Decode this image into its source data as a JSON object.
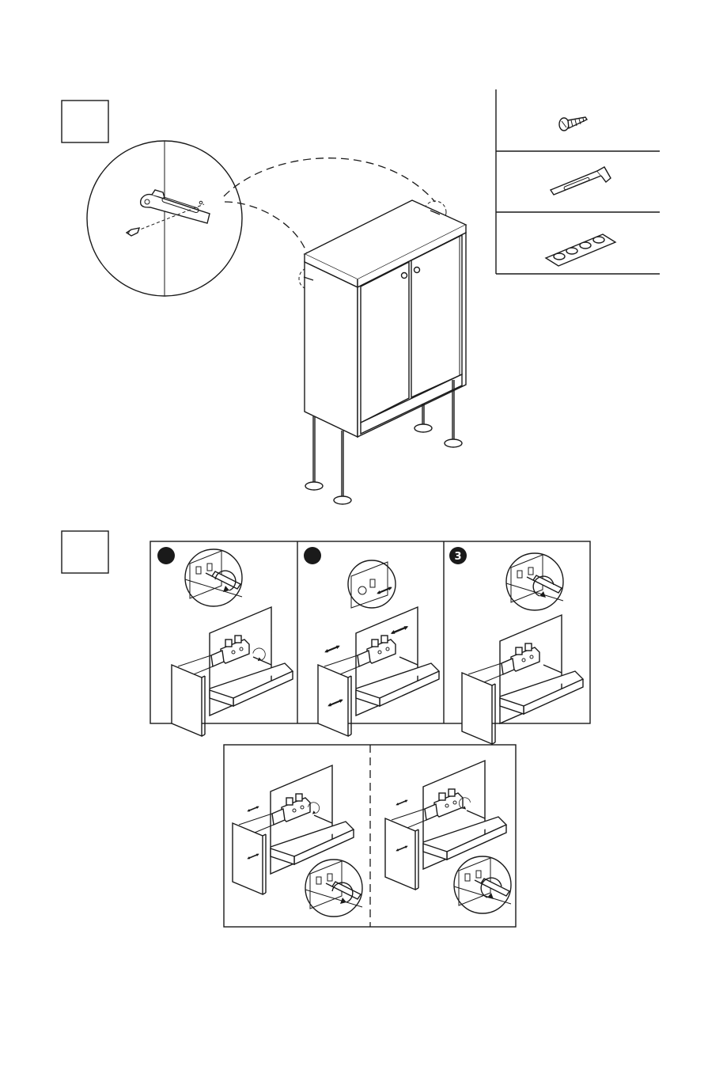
{
  "steps": [
    {
      "number": "",
      "label": "leveling-and-wall-anchor"
    },
    {
      "number": "",
      "label": "hinge-adjustment"
    }
  ],
  "hinge_substeps": [
    "",
    "",
    "3"
  ],
  "colors": {
    "ink": "#1a1a1a",
    "background": "#ffffff"
  },
  "icons": [
    "screw-icon",
    "angle-bracket-icon",
    "felt-pad-strip-icon",
    "screwdriver-icon",
    "rotate-arrow-icon",
    "double-arrow-icon"
  ]
}
